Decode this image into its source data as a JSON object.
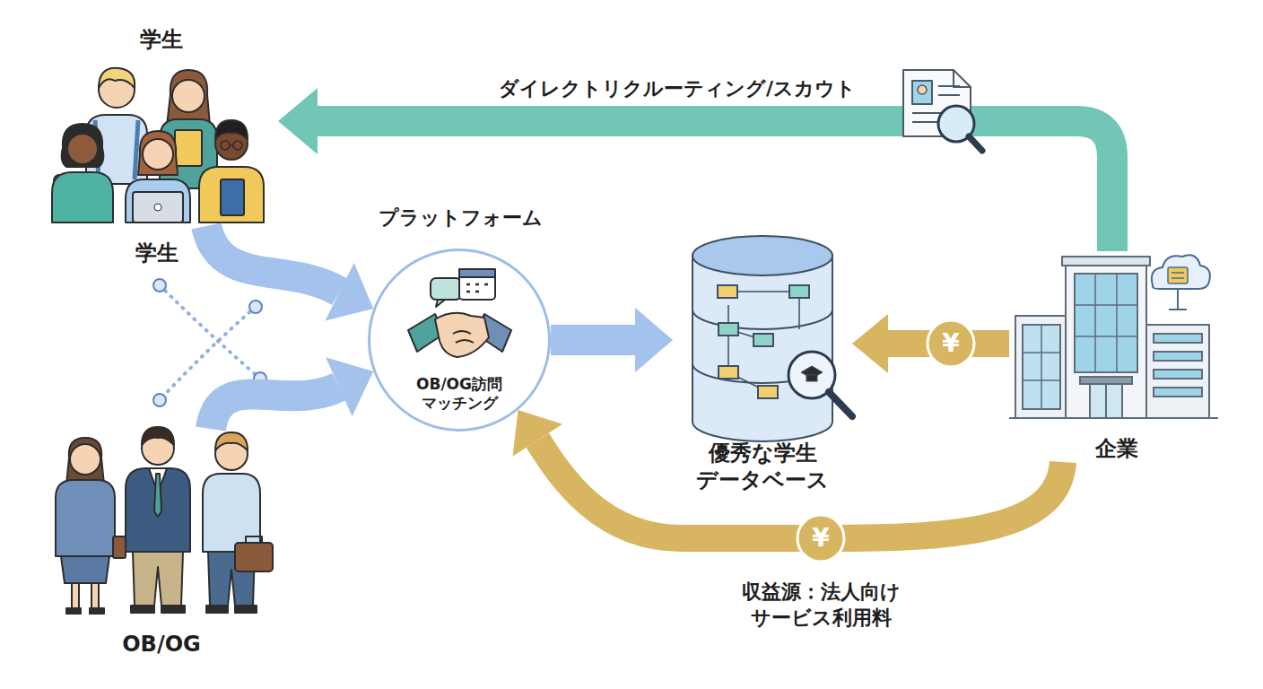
{
  "diagram": {
    "nodes": [
      {
        "text": [
          "学生"
        ]
      },
      {
        "text": [
          "OB/OG"
        ]
      },
      {
        "text": [
          "プラットフォーム",
          "OB/OG訪問 マッチング"
        ]
      },
      {
        "text": [
          "優秀な学生 データベース"
        ]
      },
      {
        "text": [
          "企業"
        ]
      }
    ],
    "edges": [
      {
        "from": 0,
        "to": 2,
        "arrow": "to"
      },
      {
        "from": 1,
        "to": 2,
        "arrow": "to"
      },
      {
        "from": 2,
        "to": 3,
        "arrow": "to"
      },
      {
        "from": 4,
        "to": 3,
        "arrow": "to"
      },
      {
        "from": 4,
        "to": 2,
        "label": "収益源：法人向け サービス利用料",
        "arrow": "to"
      },
      {
        "from": 4,
        "to": 0,
        "label": "ダイレクトリクルーティング/スカウト",
        "arrow": "to"
      }
    ],
    "labels": [
      "学生",
      "¥",
      "¥"
    ]
  }
}
